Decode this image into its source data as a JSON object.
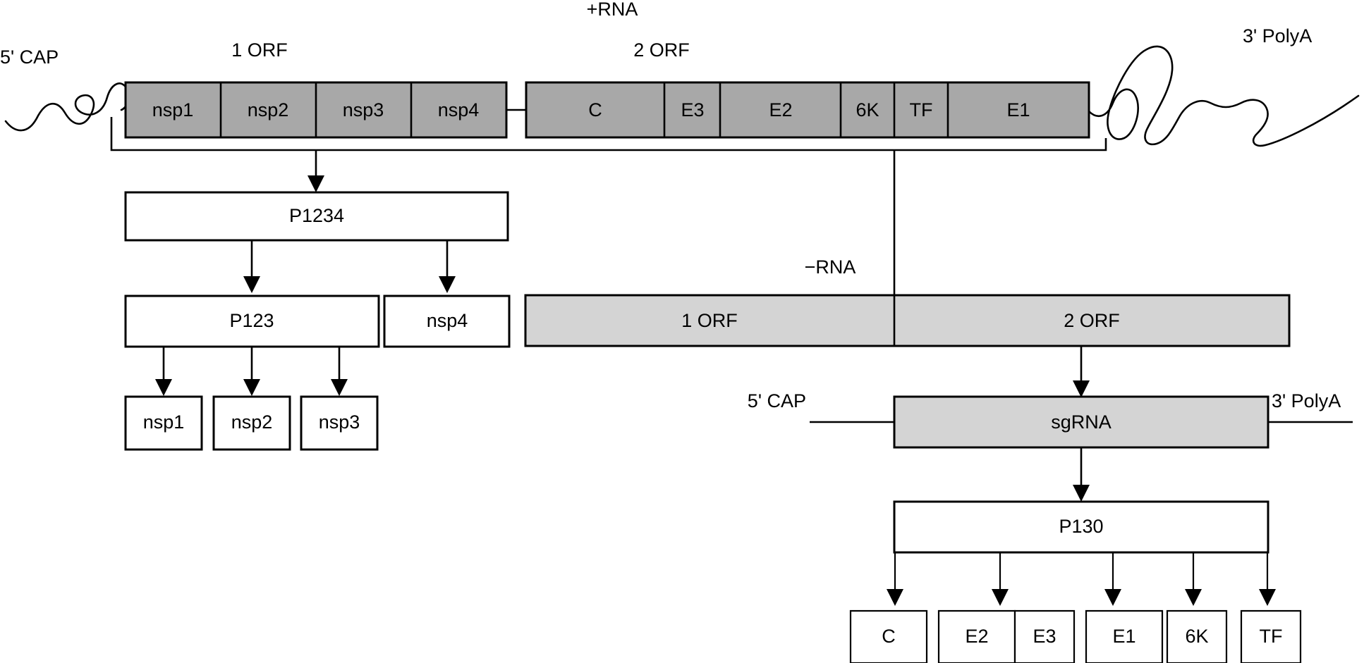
{
  "figure": {
    "title_plus_rna": "+RNA",
    "title_minus_rna": "−RNA",
    "genome": {
      "cap_label": "5' CAP",
      "polya_label": "3' PolyA",
      "orf1_label": "1 ORF",
      "orf2_label": "2 ORF",
      "orf1_segments": [
        {
          "label": "nsp1"
        },
        {
          "label": "nsp2"
        },
        {
          "label": "nsp3"
        },
        {
          "label": "nsp4"
        }
      ],
      "orf2_segments": [
        {
          "label": "C"
        },
        {
          "label": "E3"
        },
        {
          "label": "E2"
        },
        {
          "label": "6K"
        },
        {
          "label": "TF"
        },
        {
          "label": "E1"
        }
      ]
    },
    "nonstructural_pathway": {
      "polyprotein_full": "P1234",
      "polyprotein_partial": "P123",
      "nsp4_box": "nsp4",
      "final_products": [
        {
          "label": "nsp1"
        },
        {
          "label": "nsp2"
        },
        {
          "label": "nsp3"
        }
      ]
    },
    "minus_rna": {
      "orf1_label": "1 ORF",
      "orf2_label": "2 ORF"
    },
    "sgrna": {
      "label": "sgRNA",
      "cap_label": "5' CAP",
      "polya_label": "3' PolyA"
    },
    "structural_pathway": {
      "polyprotein": "P130",
      "final_products": [
        {
          "label": "C"
        },
        {
          "label": "E2"
        },
        {
          "label": "E3"
        },
        {
          "label": "E1"
        },
        {
          "label": "6K"
        },
        {
          "label": "TF"
        }
      ]
    },
    "colors": {
      "plus_rna_fill": "#a8a8a8",
      "minus_rna_fill": "#d4d4d4",
      "sgrna_fill": "#d4d4d4",
      "protein_fill": "#ffffff",
      "stroke": "#000000",
      "background": "#ffffff"
    }
  }
}
